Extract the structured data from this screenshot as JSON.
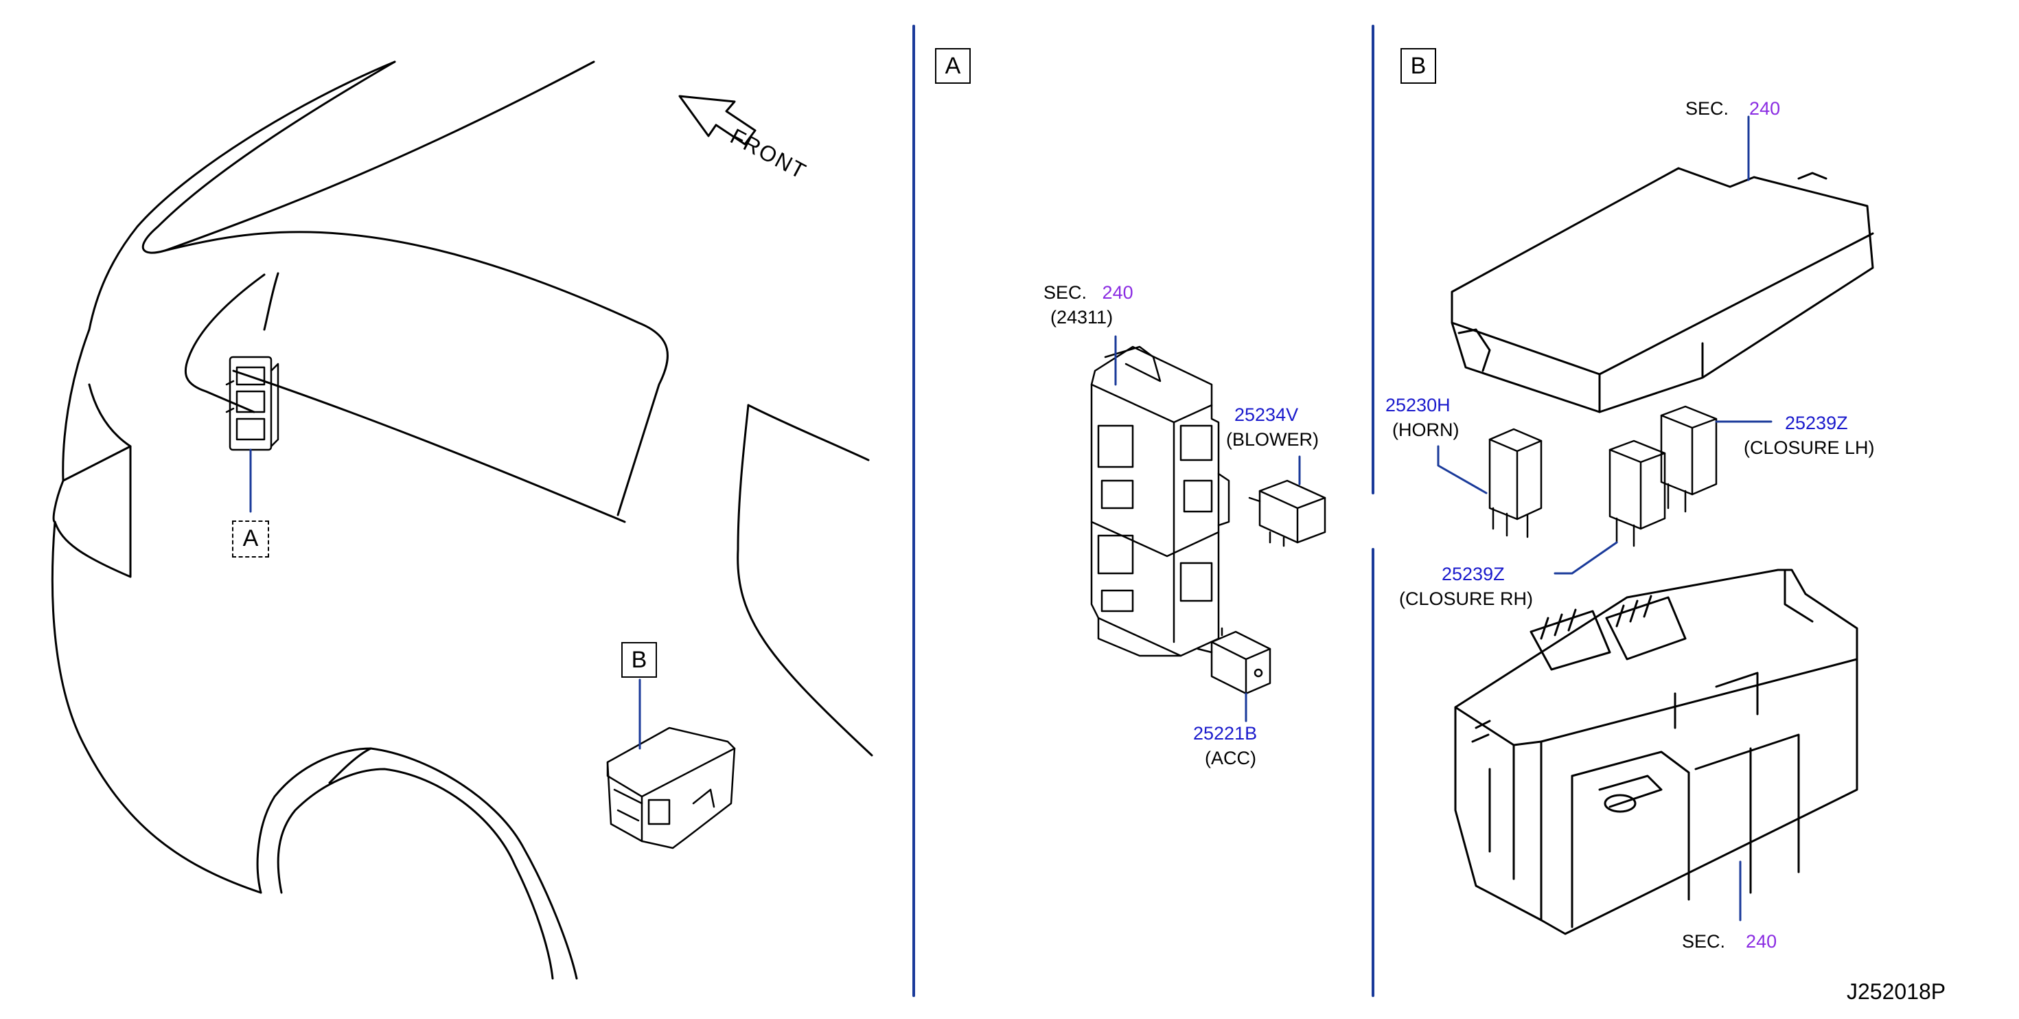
{
  "panels": {
    "a": {
      "label": "A"
    },
    "b": {
      "label": "B"
    }
  },
  "vehicle": {
    "front_label": "FRONT",
    "callout_a": "A",
    "callout_b": "B"
  },
  "panel_a": {
    "fuse_block": {
      "sec_prefix": "SEC.",
      "sec_number": "240",
      "sub_part": "(24311)"
    },
    "blower_relay": {
      "part_number": "25234V",
      "description": "(BLOWER)"
    },
    "acc_relay": {
      "part_number": "25221B",
      "description": "(ACC)"
    }
  },
  "panel_b": {
    "cover": {
      "sec_prefix": "SEC.",
      "sec_number": "240"
    },
    "horn_relay": {
      "part_number": "25230H",
      "description": "(HORN)"
    },
    "closure_lh_relay": {
      "part_number": "25239Z",
      "description": "(CLOSURE   LH)"
    },
    "closure_rh_relay": {
      "part_number": "25239Z",
      "description": "(CLOSURE   RH)"
    },
    "box": {
      "sec_prefix": "SEC.",
      "sec_number": "240"
    }
  },
  "diagram_code": "J252018P",
  "colors": {
    "part_number": "#1a1acc",
    "sec_number": "#8a2be2",
    "leader": "#1a3a9a",
    "divider": "#1a3a9a"
  }
}
